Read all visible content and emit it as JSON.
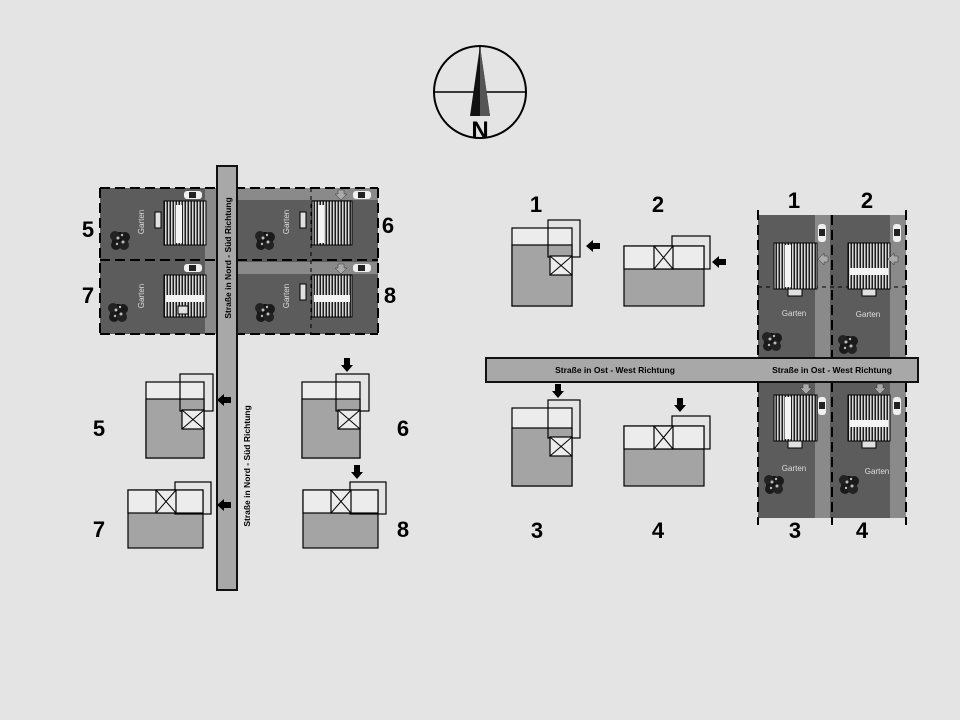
{
  "compass": {
    "letter": "N"
  },
  "roads": {
    "north_south": "Straße in Nord - Süd Richtung",
    "east_west": "Straße in Ost - West Richtung"
  },
  "labels": {
    "garden": "Garten"
  },
  "numbers": {
    "n1": "1",
    "n2": "2",
    "n3": "3",
    "n4": "4",
    "n5": "5",
    "n6": "6",
    "n7": "7",
    "n8": "8"
  }
}
